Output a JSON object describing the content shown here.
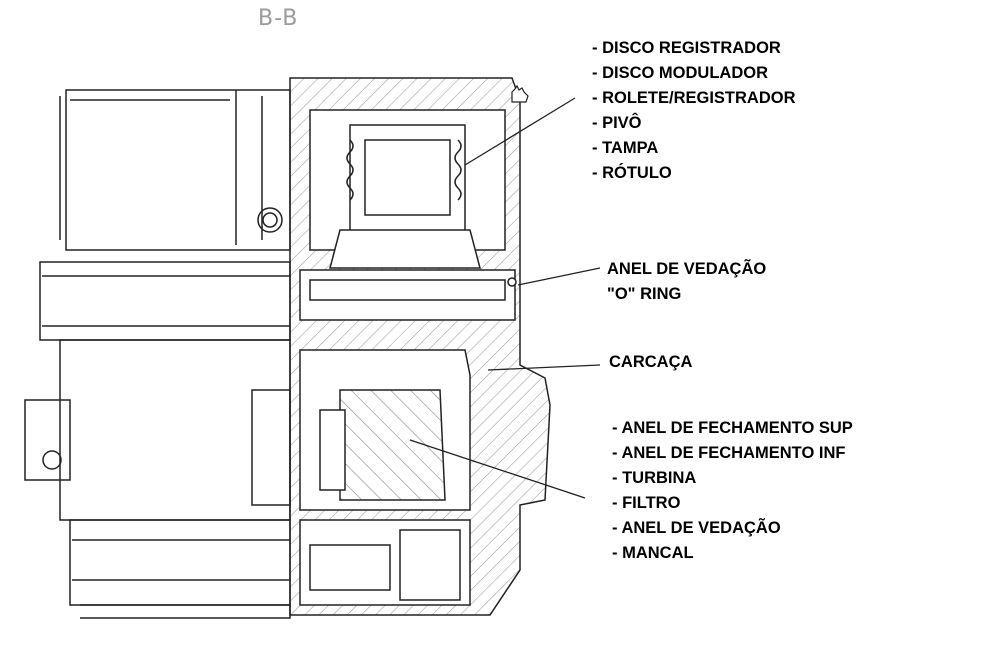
{
  "section_title": "B-B",
  "callouts": {
    "top_group": [
      "- DISCO REGISTRADOR",
      "- DISCO MODULADOR",
      "- ROLETE/REGISTRADOR",
      "- PIVÔ",
      "- TAMPA",
      "- RÓTULO"
    ],
    "seal_group": [
      "ANEL DE VEDAÇÃO",
      "\"O\" RING"
    ],
    "housing_group": [
      "CARCAÇA"
    ],
    "bottom_group": [
      "- ANEL DE FECHAMENTO SUP",
      "- ANEL DE FECHAMENTO INF",
      "- TURBINA",
      "- FILTRO",
      "- ANEL DE VEDAÇÃO",
      "- MANCAL"
    ]
  },
  "colors": {
    "line": "#222222",
    "title": "#9a9a9a",
    "hatch": "#555555"
  },
  "icons": {
    "cursor": "hand-cursor-icon"
  }
}
